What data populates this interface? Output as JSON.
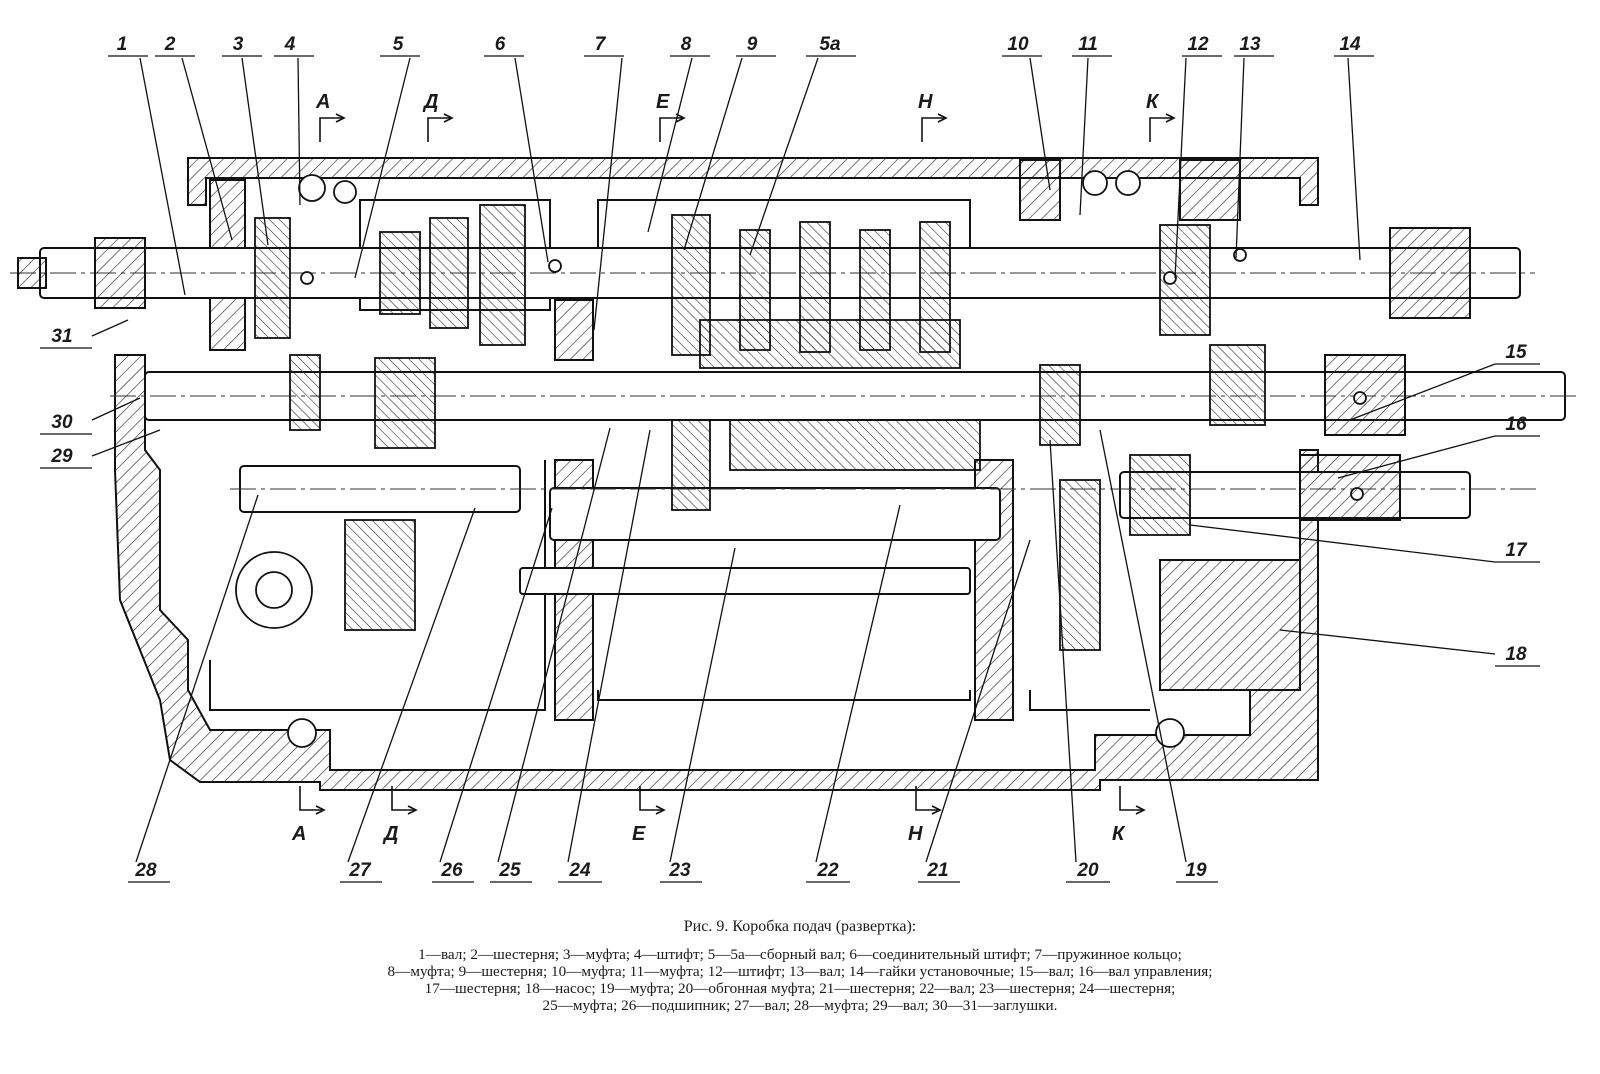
{
  "figure": {
    "title": "Рис. 9. Коробка подач (развертка):",
    "legend_lines": [
      "1—вал; 2—шестерня; 3—муфта; 4—штифт; 5—5а—сборный вал; 6—соединительный штифт; 7—пружинное кольцо;",
      "8—муфта; 9—шестерня; 10—муфта; 11—муфта; 12—штифт; 13—вал; 14—гайки установочные; 15—вал; 16—вал управления;",
      "17—шестерня; 18—насос; 19—муфта; 20—обгонная муфта; 21—шестерня; 22—вал; 23—шестерня; 24—шестерня;",
      "25—муфта; 26—подшипник; 27—вал; 28—муфта; 29—вал; 30—31—заглушки."
    ]
  },
  "callouts": {
    "top": [
      "1",
      "2",
      "3",
      "4",
      "5",
      "6",
      "7",
      "8",
      "9",
      "5а",
      "10",
      "11",
      "12",
      "13",
      "14"
    ],
    "right": [
      "15",
      "16",
      "17",
      "18"
    ],
    "bottom": [
      "28",
      "27",
      "26",
      "25",
      "24",
      "23",
      "22",
      "21",
      "20",
      "19"
    ],
    "left": [
      "31",
      "30",
      "29"
    ]
  },
  "sections": {
    "top": [
      "А",
      "Д",
      "Е",
      "Н",
      "К"
    ],
    "bottom": [
      "А",
      "Д",
      "Е",
      "Н",
      "К"
    ]
  }
}
